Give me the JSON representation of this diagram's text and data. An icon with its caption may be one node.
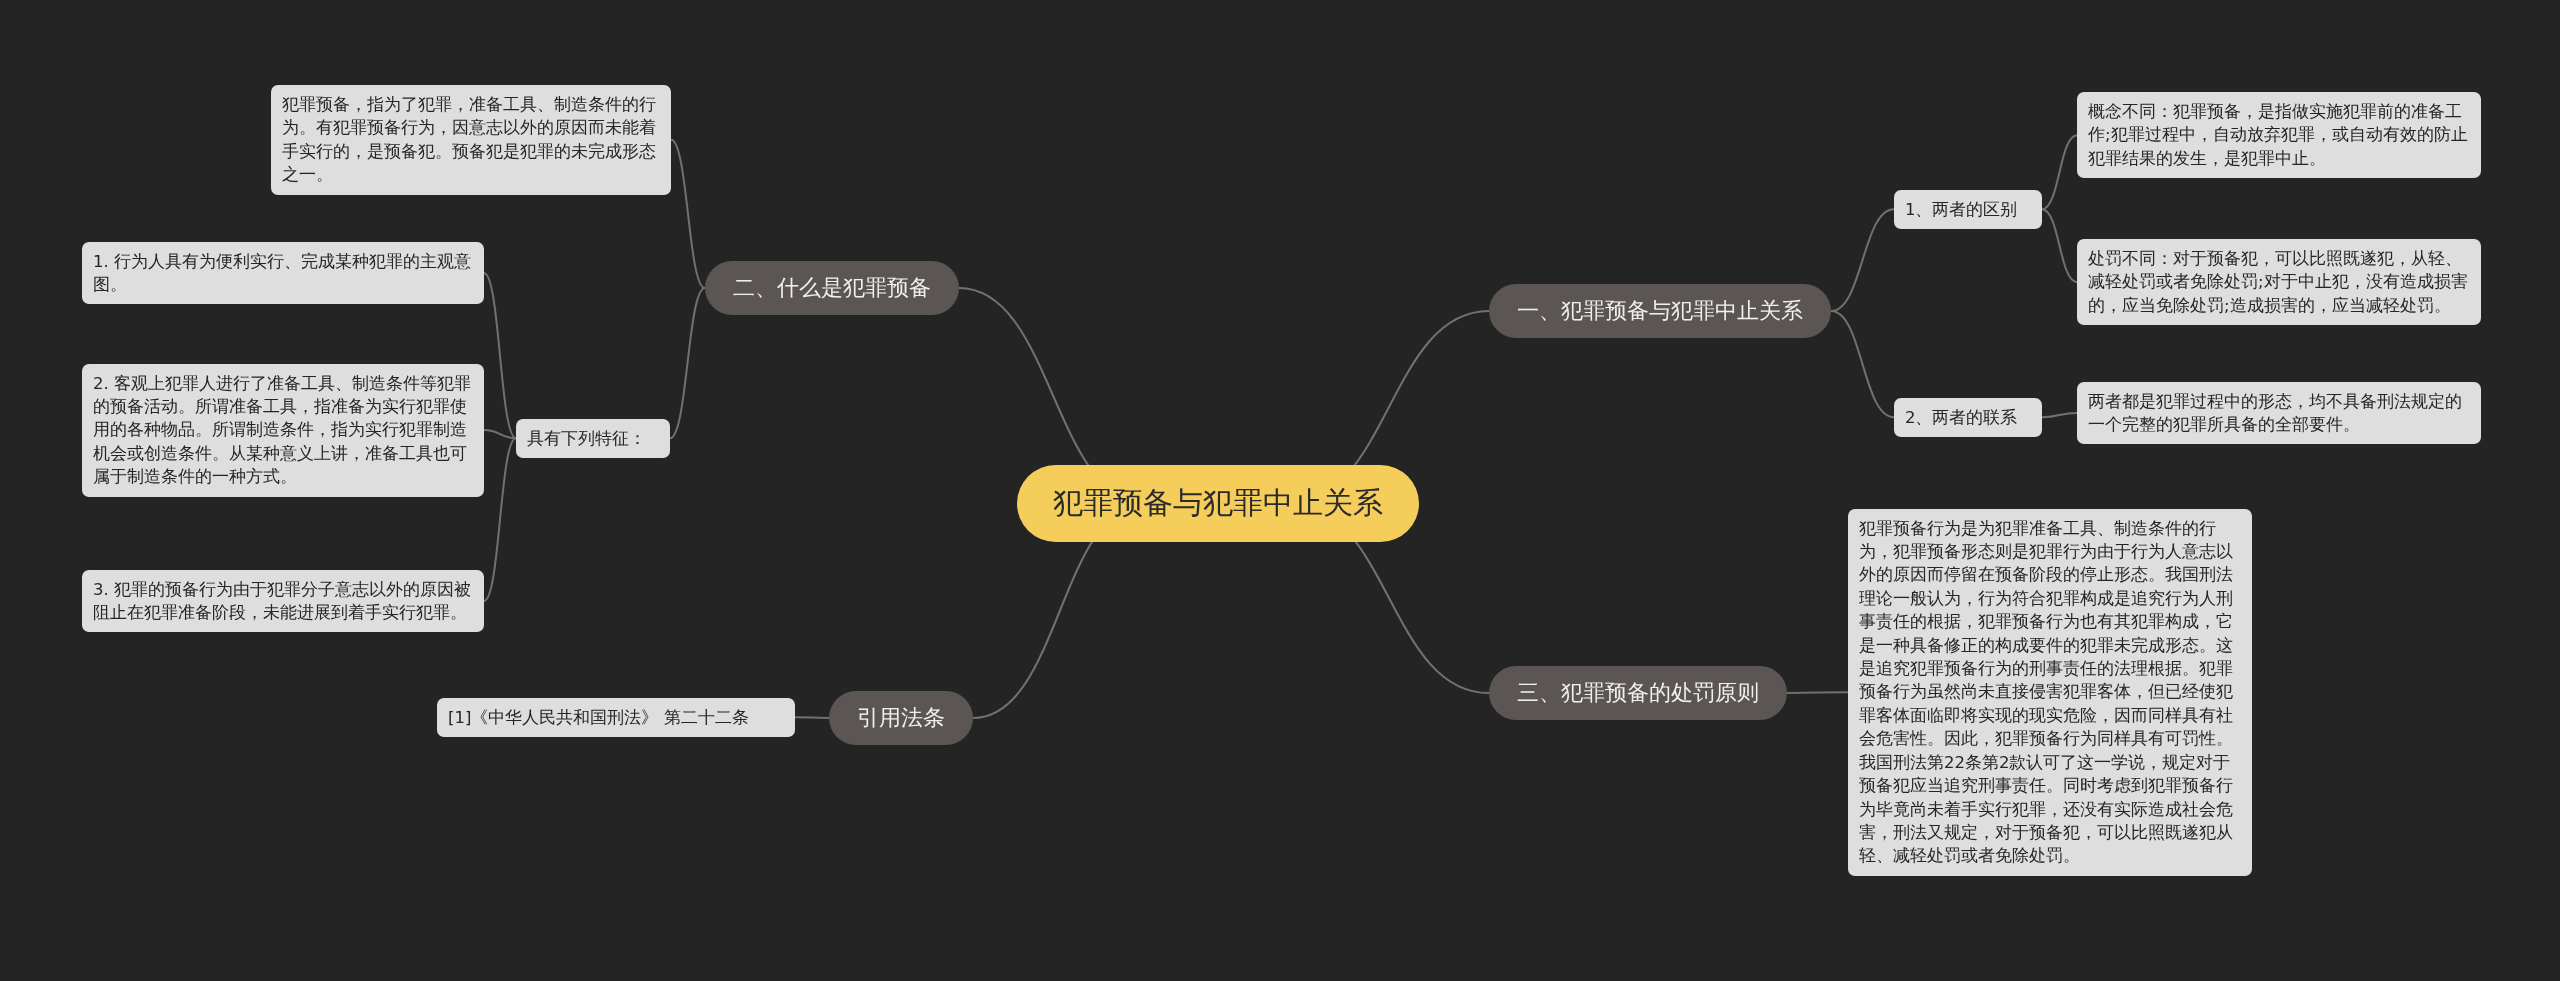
{
  "diagram": {
    "nodes": [
      {
        "text": [
          "犯罪预备与犯罪中止关系"
        ]
      },
      {
        "text": [
          "二、什么是犯罪预备"
        ]
      },
      {
        "text": [
          "犯罪预备，指为了犯罪，准备工具、制造条件的行为。有犯罪预备行为，因意志以外的原因而未能着手实行的，是预备犯。预备犯是犯罪的未完成形态之一。"
        ]
      },
      {
        "text": [
          "具有下列特征："
        ]
      },
      {
        "text": [
          "1. 行为人具有为便利实行、完成某种犯罪的主观意图。"
        ]
      },
      {
        "text": [
          "2. 客观上犯罪人进行了准备工具、制造条件等犯罪的预备活动。所谓准备工具，指准备为实行犯罪使用的各种物品。所谓制造条件，指为实行犯罪制造机会或创造条件。从某种意义上讲，准备工具也可属于制造条件的一种方式。"
        ]
      },
      {
        "text": [
          "3. 犯罪的预备行为由于犯罪分子意志以外的原因被阻止在犯罪准备阶段，未能进展到着手实行犯罪。"
        ]
      },
      {
        "text": [
          "引用法条"
        ]
      },
      {
        "text": [
          "[1]《中华人民共和国刑法》 第二十二条"
        ]
      },
      {
        "text": [
          "一、犯罪预备与犯罪中止关系"
        ]
      },
      {
        "text": [
          "1、两者的区别"
        ]
      },
      {
        "text": [
          "概念不同：犯罪预备，是指做实施犯罪前的准备工作;犯罪过程中，自动放弃犯罪，或自动有效的防止犯罪结果的发生，是犯罪中止。"
        ]
      },
      {
        "text": [
          "处罚不同：对于预备犯，可以比照既遂犯，从轻、减轻处罚或者免除处罚;对于中止犯，没有造成损害的，应当免除处罚;造成损害的，应当减轻处罚。"
        ]
      },
      {
        "text": [
          "2、两者的联系"
        ]
      },
      {
        "text": [
          "两者都是犯罪过程中的形态，均不具备刑法规定的一个完整的犯罪所具备的全部要件。"
        ]
      },
      {
        "text": [
          "三、犯罪预备的处罚原则"
        ]
      },
      {
        "text": [
          "犯罪预备行为是为犯罪准备工具、制造条件的行为，犯罪预备形态则是犯罪行为由于行为人意志以外的原因而停留在预备阶段的停止形态。我国刑法理论一般认为，行为符合犯罪构成是追究行为人刑事责任的根据，犯罪预备行为也有其犯罪构成，它是一种具备修正的构成要件的犯罪未完成形态。这是追究犯罪预备行为的刑事责任的法理根据。犯罪预备行为虽然尚未直接侵害犯罪客体，但已经使犯罪客体面临即将实现的现实危险，因而同样具有社会危害性。因此，犯罪预备行为同样具有可罚性。我国刑法第22条第2款认可了这一学说，规定对于预备犯应当追究刑事责任。同时考虑到犯罪预备行为毕竟尚未着手实行犯罪，还没有实际造成社会危害，刑法又规定，对于预备犯，可以比照既遂犯从轻、减轻处罚或者免除处罚。"
        ]
      }
    ],
    "edges": [
      {
        "from": 0,
        "to": 1,
        "arrow": "none"
      },
      {
        "from": 1,
        "to": 2,
        "arrow": "none"
      },
      {
        "from": 1,
        "to": 3,
        "arrow": "none"
      },
      {
        "from": 3,
        "to": 4,
        "arrow": "none"
      },
      {
        "from": 3,
        "to": 5,
        "arrow": "none"
      },
      {
        "from": 3,
        "to": 6,
        "arrow": "none"
      },
      {
        "from": 0,
        "to": 7,
        "arrow": "none"
      },
      {
        "from": 7,
        "to": 8,
        "arrow": "none"
      },
      {
        "from": 0,
        "to": 9,
        "arrow": "none"
      },
      {
        "from": 9,
        "to": 10,
        "arrow": "none"
      },
      {
        "from": 10,
        "to": 11,
        "arrow": "none"
      },
      {
        "from": 10,
        "to": 12,
        "arrow": "none"
      },
      {
        "from": 9,
        "to": 13,
        "arrow": "none"
      },
      {
        "from": 13,
        "to": 14,
        "arrow": "none"
      },
      {
        "from": 0,
        "to": 15,
        "arrow": "none"
      },
      {
        "from": 15,
        "to": 16,
        "arrow": "none"
      }
    ]
  }
}
